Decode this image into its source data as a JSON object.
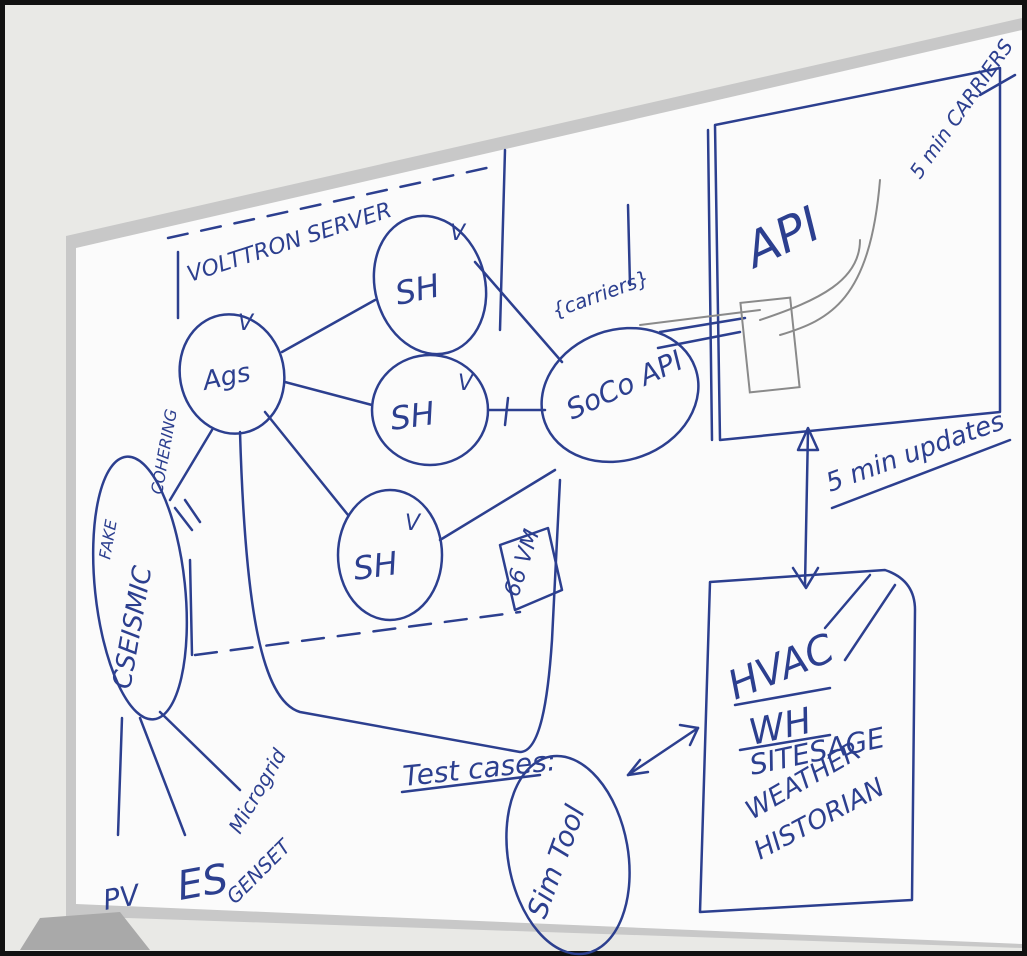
{
  "photo": {
    "description_free": true,
    "ink_color": "#2c3f8f",
    "pencil_color": "#8a8a8a",
    "wall_color": "#e9e9e6",
    "board_color": "#fbfbfb"
  },
  "labels": {
    "voltron_server": "VOLTTRON SERVER",
    "ags": "Ags",
    "sh_top": "SH",
    "sh_mid": "SH",
    "sh_bottom": "SH",
    "v_mark": "V",
    "soco_api": "SoCo API",
    "carriers_brace": "{carriers}",
    "api": "API",
    "five_min_carriers": "5 min CARRIERS",
    "five_min_updates": "5 min updates",
    "vm": "66 VM",
    "fake": "FAKE",
    "cohering": "COHERING",
    "cseismic": "CSEISMIC",
    "pv": "PV",
    "es": "ES",
    "microgrid": "Microgrid",
    "genset": "GENSET",
    "test_cases": "Test cases:",
    "sim_tool": "Sim Tool",
    "hvac": "HVAC",
    "wh": "WH",
    "sitesage": "SITESAGE",
    "weather": "WEATHER",
    "historian": "HISTORIAN"
  }
}
